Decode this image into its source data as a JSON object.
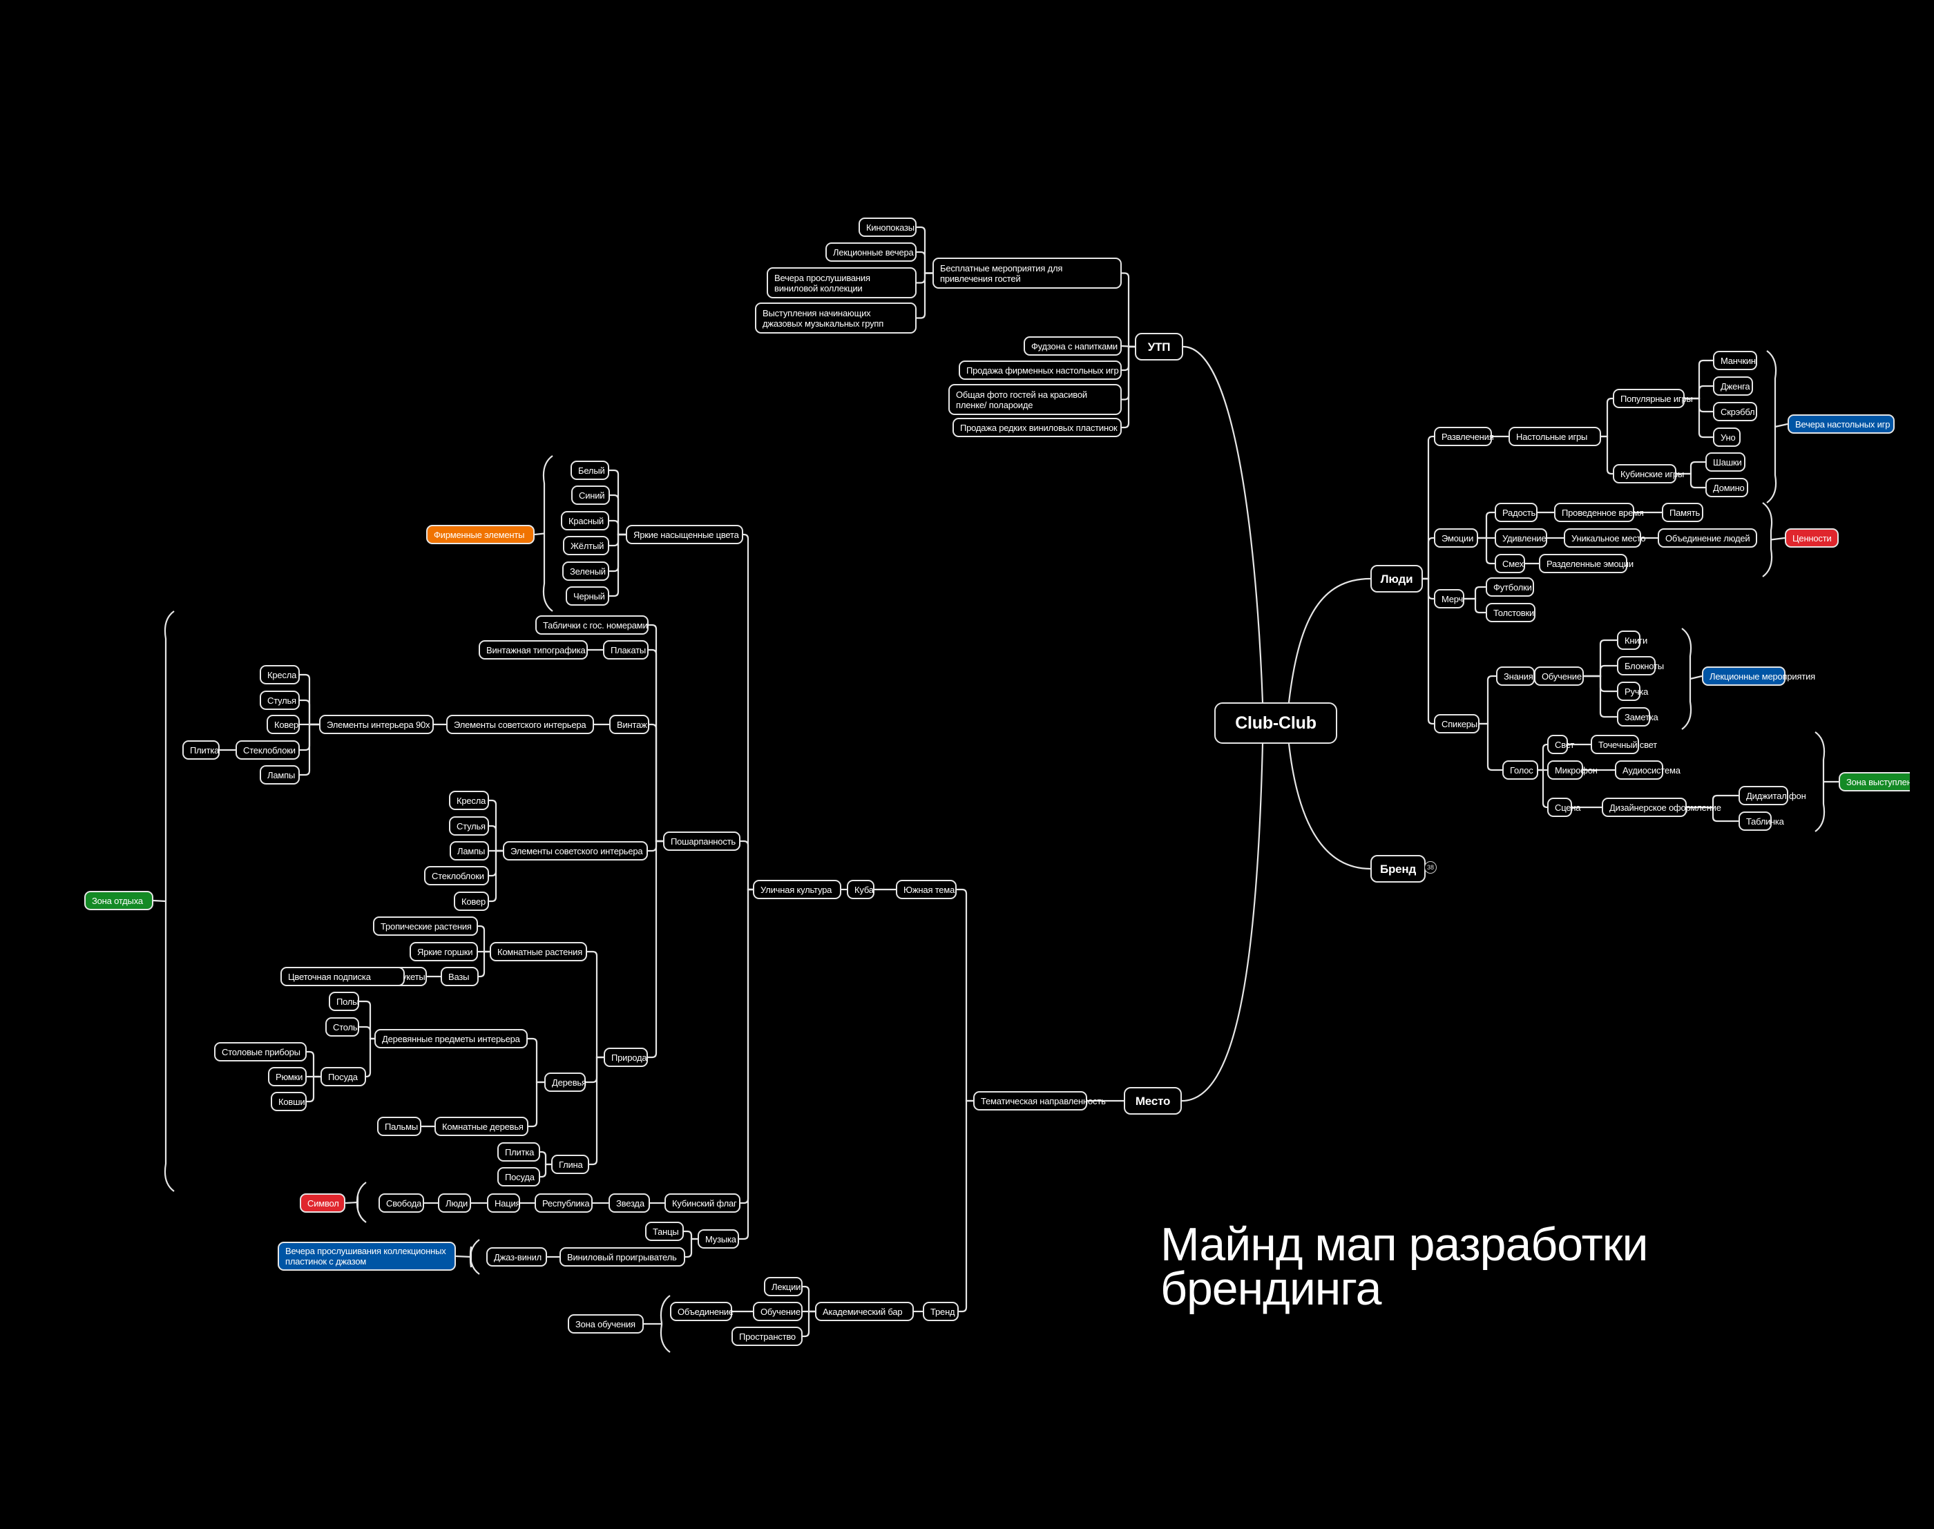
{
  "title": {
    "line1": "Майнд мап разработки",
    "line2": "брендинга"
  },
  "colors": {
    "background": "#000000",
    "line": "#e6e6e6",
    "orange": "#f07300",
    "blue": "#0055a5",
    "red": "#e0262d",
    "green": "#148a25"
  },
  "root": "Club-Club",
  "brand_collapsed_count": "38",
  "nodes": {
    "root": "Club-Club",
    "utp": "УТП",
    "people": "Люди",
    "brand": "Бренд",
    "place": "Место",
    "utp_free": "Бесплатные мероприятия для привлечения гостей",
    "utp_kino": "Кинопоказы",
    "utp_lect": "Лекционные вечера",
    "utp_vinyl": "Вечера прослушивания виниловой коллекции",
    "utp_jazz": "Выступления начинающих джазовых музыкальных групп",
    "utp_food": "Фудзона с напитками",
    "utp_games": "Продажа фирменных настольных игр",
    "utp_photo": "Общая фото гостей на красивой пленке/ полароиде",
    "utp_records": "Продажа редких виниловых пластинок",
    "p_fun": "Развлечения",
    "p_board": "Настольные игры",
    "p_popular": "Популярные игры",
    "p_munchkin": "Манчкин",
    "p_jenga": "Дженга",
    "p_scrabble": "Скрэббл",
    "p_uno": "Уно",
    "p_cuban": "Кубинские игры",
    "p_checkers": "Шашки",
    "p_domino": "Домино",
    "p_boardnights": "Вечера настольных игр",
    "p_emotions": "Эмоции",
    "p_joy": "Радость",
    "p_time": "Проведенное время",
    "p_memory": "Память",
    "p_surprise": "Удивление",
    "p_unique": "Уникальное место",
    "p_unite": "Объединение людей",
    "p_laugh": "Смех",
    "p_shared": "Разделенные эмоции",
    "p_values": "Ценности",
    "p_merch": "Мерч",
    "p_tshirts": "Футболки",
    "p_hoodies": "Толстовки",
    "p_speakers": "Спикеры",
    "p_knowledge": "Знания",
    "p_learning": "Обучение",
    "p_books": "Книги",
    "p_notebooks": "Блокноты",
    "p_pen": "Ручка",
    "p_note": "Заметка",
    "p_lectures": "Лекционные мероприятия",
    "p_voice": "Голос",
    "p_light": "Свет",
    "p_spot": "Точечный свет",
    "p_mic": "Микрофон",
    "p_audio": "Аудиосистема",
    "p_stage": "Сцена",
    "p_design": "Дизайнерское оформление",
    "p_digital": "Диджитал фон",
    "p_sign": "Табличка",
    "p_perform": "Зона выступлений",
    "m_theme": "Тематическая направленность",
    "m_south": "Южная тема",
    "m_cuba": "Куба",
    "m_street": "Уличная культура",
    "m_bright": "Яркие насыщенные цвета",
    "m_white": "Белый",
    "m_blue": "Синий",
    "m_red": "Красный",
    "m_yellow": "Жёлтый",
    "m_green": "Зеленый",
    "m_black": "Черный",
    "m_brandel": "Фирменные элементы",
    "m_shabby": "Пошарпанность",
    "m_plates": "Таблички с гос. номерами",
    "m_posters": "Плакаты",
    "m_typo": "Винтажная типографика",
    "m_vintage": "Винтаж",
    "m_soviet1": "Элементы советского интерьера",
    "m_90s": "Элементы интерьера 90х",
    "m_arm1": "Кресла",
    "m_chair1": "Стулья",
    "m_carpet1": "Ковер",
    "m_glass1": "Стеклоблоки",
    "m_tile1": "Плитка",
    "m_lamp1": "Лампы",
    "m_soviet2": "Элементы советского интерьера",
    "m_arm2": "Кресла",
    "m_chair2": "Стулья",
    "m_lamp2": "Лампы",
    "m_glass2": "Стеклоблоки",
    "m_carpet2": "Ковер",
    "m_nature": "Природа",
    "m_houseplants": "Комнатные растения",
    "m_tropical": "Тропические растения",
    "m_pots": "Яркие горшки",
    "m_vases": "Вазы",
    "m_bouquets": "Букеты",
    "m_flowersub": "Цветочная подписка",
    "m_wood": "Деревья",
    "m_woodobj": "Деревянные предметы интерьера",
    "m_floors": "Полы",
    "m_tables": "Столы",
    "m_dishes": "Посуда",
    "m_cutlery": "Столовые приборы",
    "m_glasses": "Рюмки",
    "m_ladles": "Ковши",
    "m_indoortrees": "Комнатные деревья",
    "m_palms": "Пальмы",
    "m_clay": "Глина",
    "m_claytile": "Плитка",
    "m_claydish": "Посуда",
    "m_flag": "Кубинский флаг",
    "m_star": "Звезда",
    "m_republic": "Республика",
    "m_nation": "Нация",
    "m_people": "Люди",
    "m_freedom": "Свобода",
    "m_symbol": "Символ",
    "m_music": "Музыка",
    "m_dance": "Танцы",
    "m_player": "Виниловый проигрыватель",
    "m_jazzvinyl": "Джаз-винил",
    "m_jazznights": "Вечера прослушивания коллекционных пластинок с джазом",
    "m_trend": "Тренд",
    "m_acadbar": "Академический бар",
    "m_lectures": "Лекции",
    "m_learn": "Обучение",
    "m_space": "Пространство",
    "m_unite": "Объединение",
    "m_learnzone": "Зона обучения",
    "m_relax": "Зона отдыха"
  }
}
